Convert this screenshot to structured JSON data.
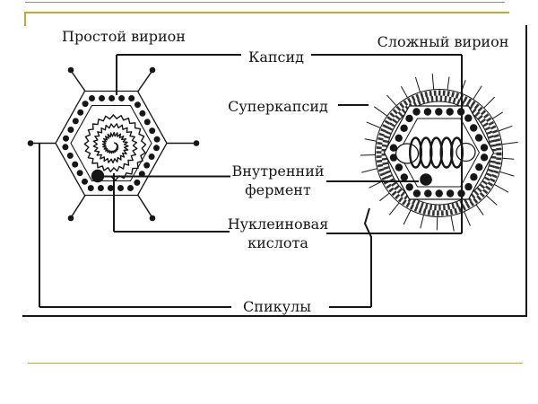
{
  "slide": {
    "title_simple": "Простой вирион",
    "title_complex": "Сложный вирион",
    "labels": {
      "capsid": "Капсид",
      "supercapsid": "Суперкапсид",
      "internal_enzyme": "Внутренний фермент",
      "nucleic_acid": "Нуклеиновая кислота",
      "spicules": "Спикулы"
    },
    "colors": {
      "accent_gold": "#C9A633",
      "diagram_ink": "#161616",
      "top_rule_gray": "#8f8f8f"
    }
  }
}
